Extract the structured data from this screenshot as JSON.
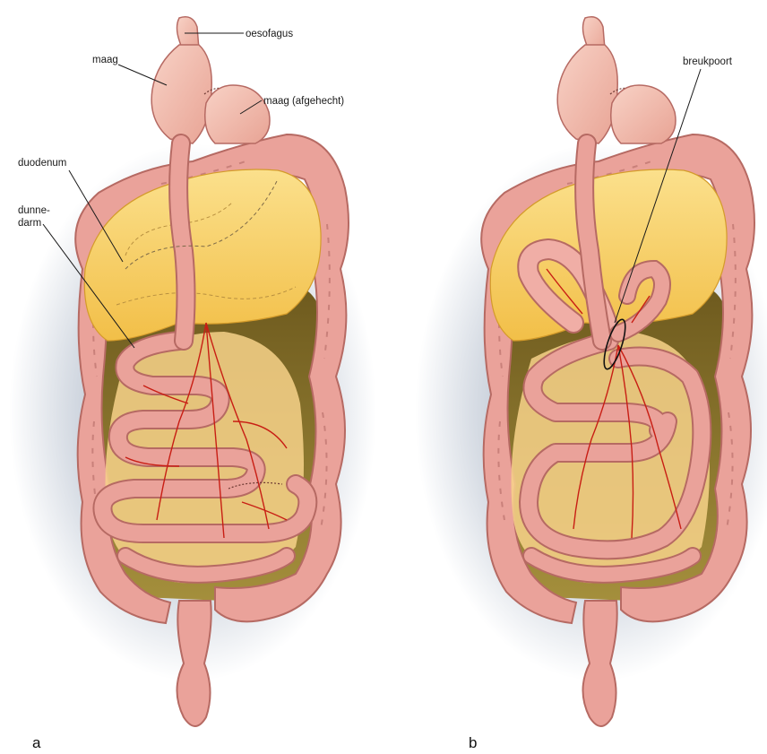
{
  "figure": {
    "panels": [
      {
        "letter": "a",
        "labels": {
          "oesofagus": "oesofagus",
          "maag": "maag",
          "maag_afgehecht": "maag (afgehecht)",
          "duodenum": "duodenum",
          "dunnedarm_line1": "dunne-",
          "dunnedarm_line2": "darm"
        }
      },
      {
        "letter": "b",
        "labels": {
          "breukpoort": "breukpoort"
        }
      }
    ]
  },
  "colors": {
    "intestine": "#eaa29a",
    "intestine_edge": "#b66a63",
    "intestine_light": "#f6c1b6",
    "fat": "#f4c65a",
    "fat_light": "#fbe08c",
    "cavity": "#8f7b2e",
    "vessel": "#c81e14",
    "shadow": "#2e4a73"
  }
}
